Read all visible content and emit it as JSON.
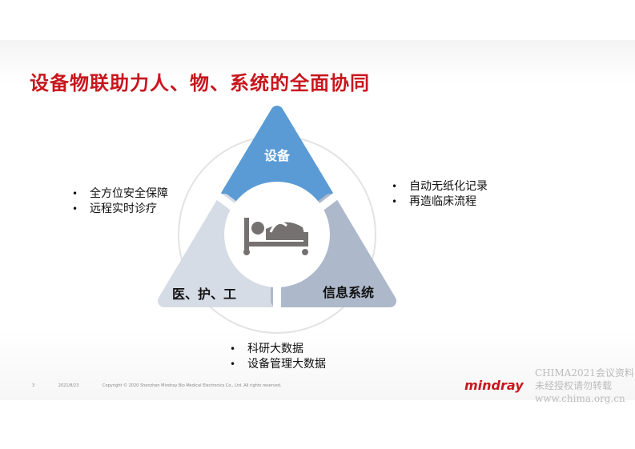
{
  "title": "设备物联助力人、物、系统的全面协同",
  "diagram": {
    "top": {
      "label": "设备",
      "color": "#5b9bd5"
    },
    "left": {
      "label": "医、护、工",
      "color": "#d6dce5"
    },
    "right": {
      "label": "信息系统",
      "color": "#adb9ca"
    },
    "center_icon": "patient-bed-icon"
  },
  "lists": {
    "left": [
      "全方位安全保障",
      "远程实时诊疗"
    ],
    "right": [
      "自动无纸化记录",
      "再造临床流程"
    ],
    "bottom": [
      "科研大数据",
      "设备管理大数据"
    ]
  },
  "footer": {
    "page": "3",
    "date": "2021/8/23",
    "copyright": "Copyright © 2020 Shenzhen Mindray Bio Medical Electronics Co., Ltd. All rights reserved."
  },
  "watermark": [
    "CHIMA2021会议资料",
    "未经授权请勿转载",
    "www.chima.org.cn"
  ],
  "logo": "mindray"
}
